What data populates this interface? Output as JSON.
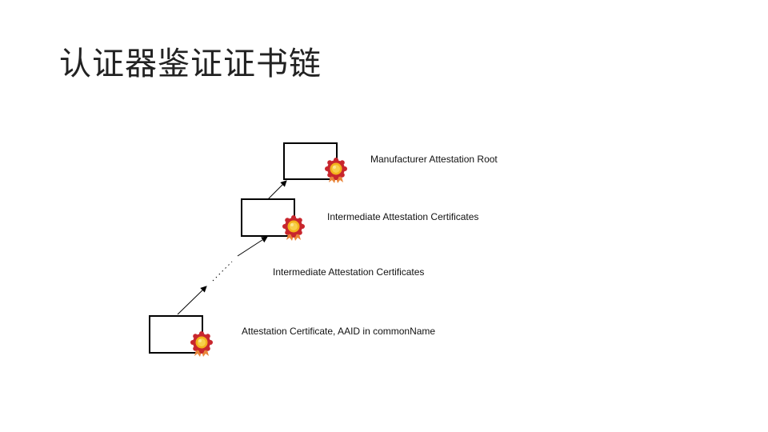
{
  "slide": {
    "title": "认证器鉴证证书链"
  },
  "chain": {
    "root_label": "Manufacturer Attestation Root",
    "intermediate_label": "Intermediate Attestation Certificates",
    "intermediate_gap_label": "Intermediate Attestation Certificates",
    "leaf_label": "Attestation Certificate, AAID in commonName"
  },
  "colors": {
    "box_stroke": "#000000",
    "seal_red": "#c8262d",
    "seal_gold": "#f3b21c",
    "ribbon": "#e9853a"
  },
  "icons": [
    "certificate-seal-icon",
    "arrow-icon"
  ]
}
